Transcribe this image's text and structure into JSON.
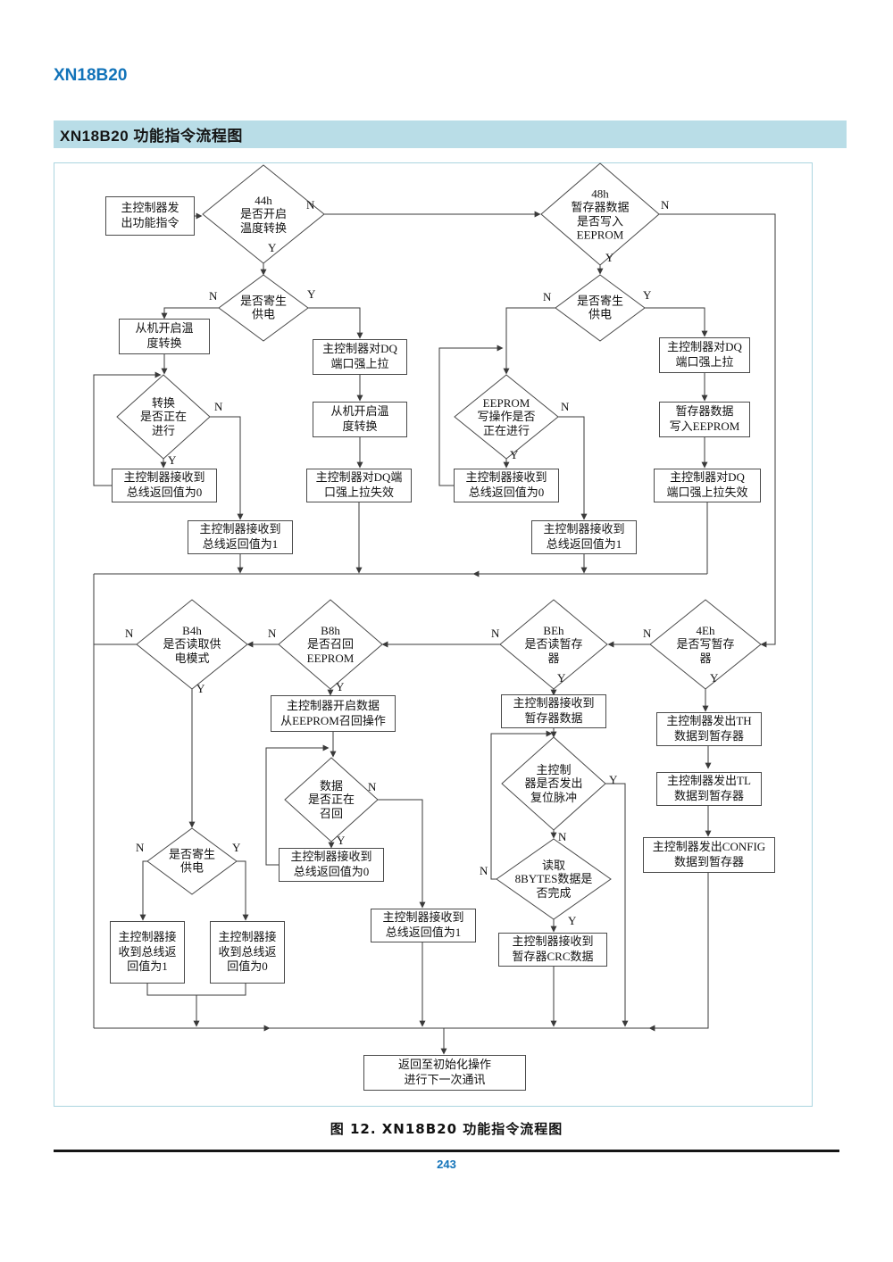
{
  "page": {
    "logo": "XN18B20",
    "section_title": "XN18B20 功能指令流程图",
    "caption": "图 12. XN18B20 功能指令流程图",
    "page_number": "243"
  },
  "colors": {
    "accent_blue": "#1273b9",
    "title_bar_bg": "#b9dde7",
    "frame_border": "#abd5e0",
    "line_color": "#3a3a3a"
  },
  "flowchart": {
    "branch_labels": {
      "yes": "Y",
      "no": "N"
    },
    "decisions": {
      "d44": "44h\n是否开启\n温度转换",
      "d48": "48h\n暂存器数据\n是否写入\nEEPROM",
      "dp1": "是否寄生\n供电",
      "dconv": "转换\n是否正在\n进行",
      "dp2": "是否寄生\n供电",
      "deep": "EEPROM\n写操作是否\n正在进行",
      "db4": "B4h\n是否读取供\n电模式",
      "db8": "B8h\n是否召回\nEEPROM",
      "dbe": "BEh\n是否读暂存\n器",
      "d4e": "4Eh\n是否写暂存\n器",
      "dp3": "是否寄生\n供电",
      "drecall": "数据\n是否正在\n召回",
      "dreset": "主控制\n器是否发出\n复位脉冲",
      "dread": "读取\n8BYTES数据是\n否完成"
    },
    "nodes": {
      "start": "主控制器发\n出功能指令",
      "slaveconv1": "从机开启温\n度转换",
      "recv0_1": "主控制器接收到\n总线返回值为0",
      "recv1_1": "主控制器接收到\n总线返回值为1",
      "pull1": "主控制器对DQ\n端口强上拉",
      "slaveconv2": "从机开启温\n度转换",
      "pullfail1": "主控制器对DQ端\n口强上拉失效",
      "recv0_2": "主控制器接收到\n总线返回值为0",
      "recv1_2": "主控制器接收到\n总线返回值为1",
      "pull2": "主控制器对DQ\n端口强上拉",
      "writeeep": "暂存器数据\n写入EEPROM",
      "pullfail2": "主控制器对DQ\n端口强上拉失效",
      "recallop": "主控制器开启数据\n从EEPROM召回操作",
      "recv0_3": "主控制器接收到\n总线返回值为0",
      "recv1_3": "主控制器接收到\n总线返回值为1",
      "recv1_4": "主控制器接\n收到总线返\n回值为1",
      "recv0_4": "主控制器接\n收到总线返\n回值为0",
      "recvscratch": "主控制器接收到\n暂存器数据",
      "crc": "主控制器接收到\n暂存器CRC数据",
      "th": "主控制器发出TH\n数据到暂存器",
      "tl": "主控制器发出TL\n数据到暂存器",
      "config": "主控制器发出CONFIG\n数据到暂存器",
      "return": "返回至初始化操作\n进行下一次通讯"
    }
  }
}
